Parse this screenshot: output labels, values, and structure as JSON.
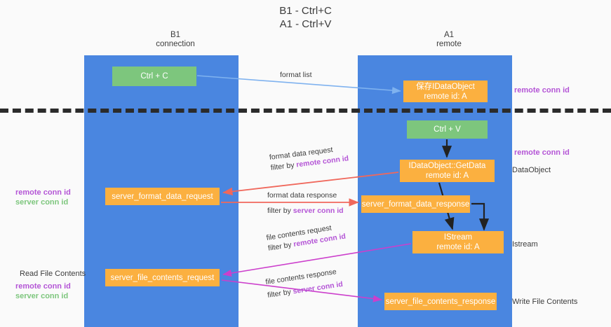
{
  "title": {
    "line1": "B1 - Ctrl+C",
    "line2": "A1 - Ctrl+V"
  },
  "columns": [
    {
      "id": "b1",
      "title": "B1",
      "subtitle": "connection",
      "color": "#4a86e0"
    },
    {
      "id": "a1",
      "title": "A1",
      "subtitle": "remote",
      "color": "#4a86e0"
    }
  ],
  "colors": {
    "lane": "#4a86e0",
    "green_node": "#7dc67d",
    "orange_node": "#fbb040",
    "divider": "#2b2b2b",
    "remote_conn_id": "#b455d6",
    "server_conn_id_green": "#7dc67d",
    "server_conn_id_purple": "#b455d6",
    "arrow_blue": "#7fb2ef",
    "arrow_red": "#f0685c",
    "arrow_magenta": "#cc3fcc",
    "arrow_black": "#222222",
    "page_bg": "#fafafa"
  },
  "nodes": {
    "ctrl_c": {
      "label": "Ctrl + C",
      "style": "green"
    },
    "ctrl_v": {
      "label": "Ctrl + V",
      "style": "green"
    },
    "save_idataobject": {
      "line1": "保存IDataObject",
      "line2": "remote id: A",
      "style": "orange"
    },
    "getdata": {
      "line1": "IDataObject::GetData",
      "line2": "remote id: A",
      "style": "orange"
    },
    "istream": {
      "line1": "IStream",
      "line2": "remote id: A",
      "style": "orange"
    },
    "server_format_data_request": {
      "label": "server_format_data_request",
      "style": "orange"
    },
    "server_format_data_response": {
      "label": "server_format_data_response",
      "style": "orange"
    },
    "server_file_contents_request": {
      "label": "server_file_contents_request",
      "style": "orange"
    },
    "server_file_contents_response": {
      "label": "server_file_contents_response",
      "style": "orange"
    }
  },
  "edge_labels": {
    "format_list": "format list",
    "format_data_request": "format data request",
    "format_data_request_filter_prefix": "filter by ",
    "format_data_request_filter_value": "remote conn id",
    "format_data_response": "format data response",
    "format_data_response_filter_prefix": "filter by ",
    "format_data_response_filter_value": "server conn id",
    "file_contents_request": "file contents request",
    "file_contents_request_filter_prefix": "filter by ",
    "file_contents_request_filter_value": "remote conn id",
    "file_contents_response": "file contents response",
    "file_contents_response_filter_prefix": "filter by ",
    "file_contents_response_filter_value": "server conn id"
  },
  "annotations": {
    "right_remote_conn_id_top": "remote conn id",
    "right_remote_conn_id_mid": "remote conn id",
    "right_dataobject": "DataObject",
    "right_istream": "Istream",
    "right_write_file_contents": "Write File Contents",
    "left_remote_conn_id_1": "remote conn id",
    "left_server_conn_id_1": "server conn id",
    "left_read_file_contents": "Read File Contents",
    "left_remote_conn_id_2": "remote conn id",
    "left_server_conn_id_2": "server conn id"
  }
}
